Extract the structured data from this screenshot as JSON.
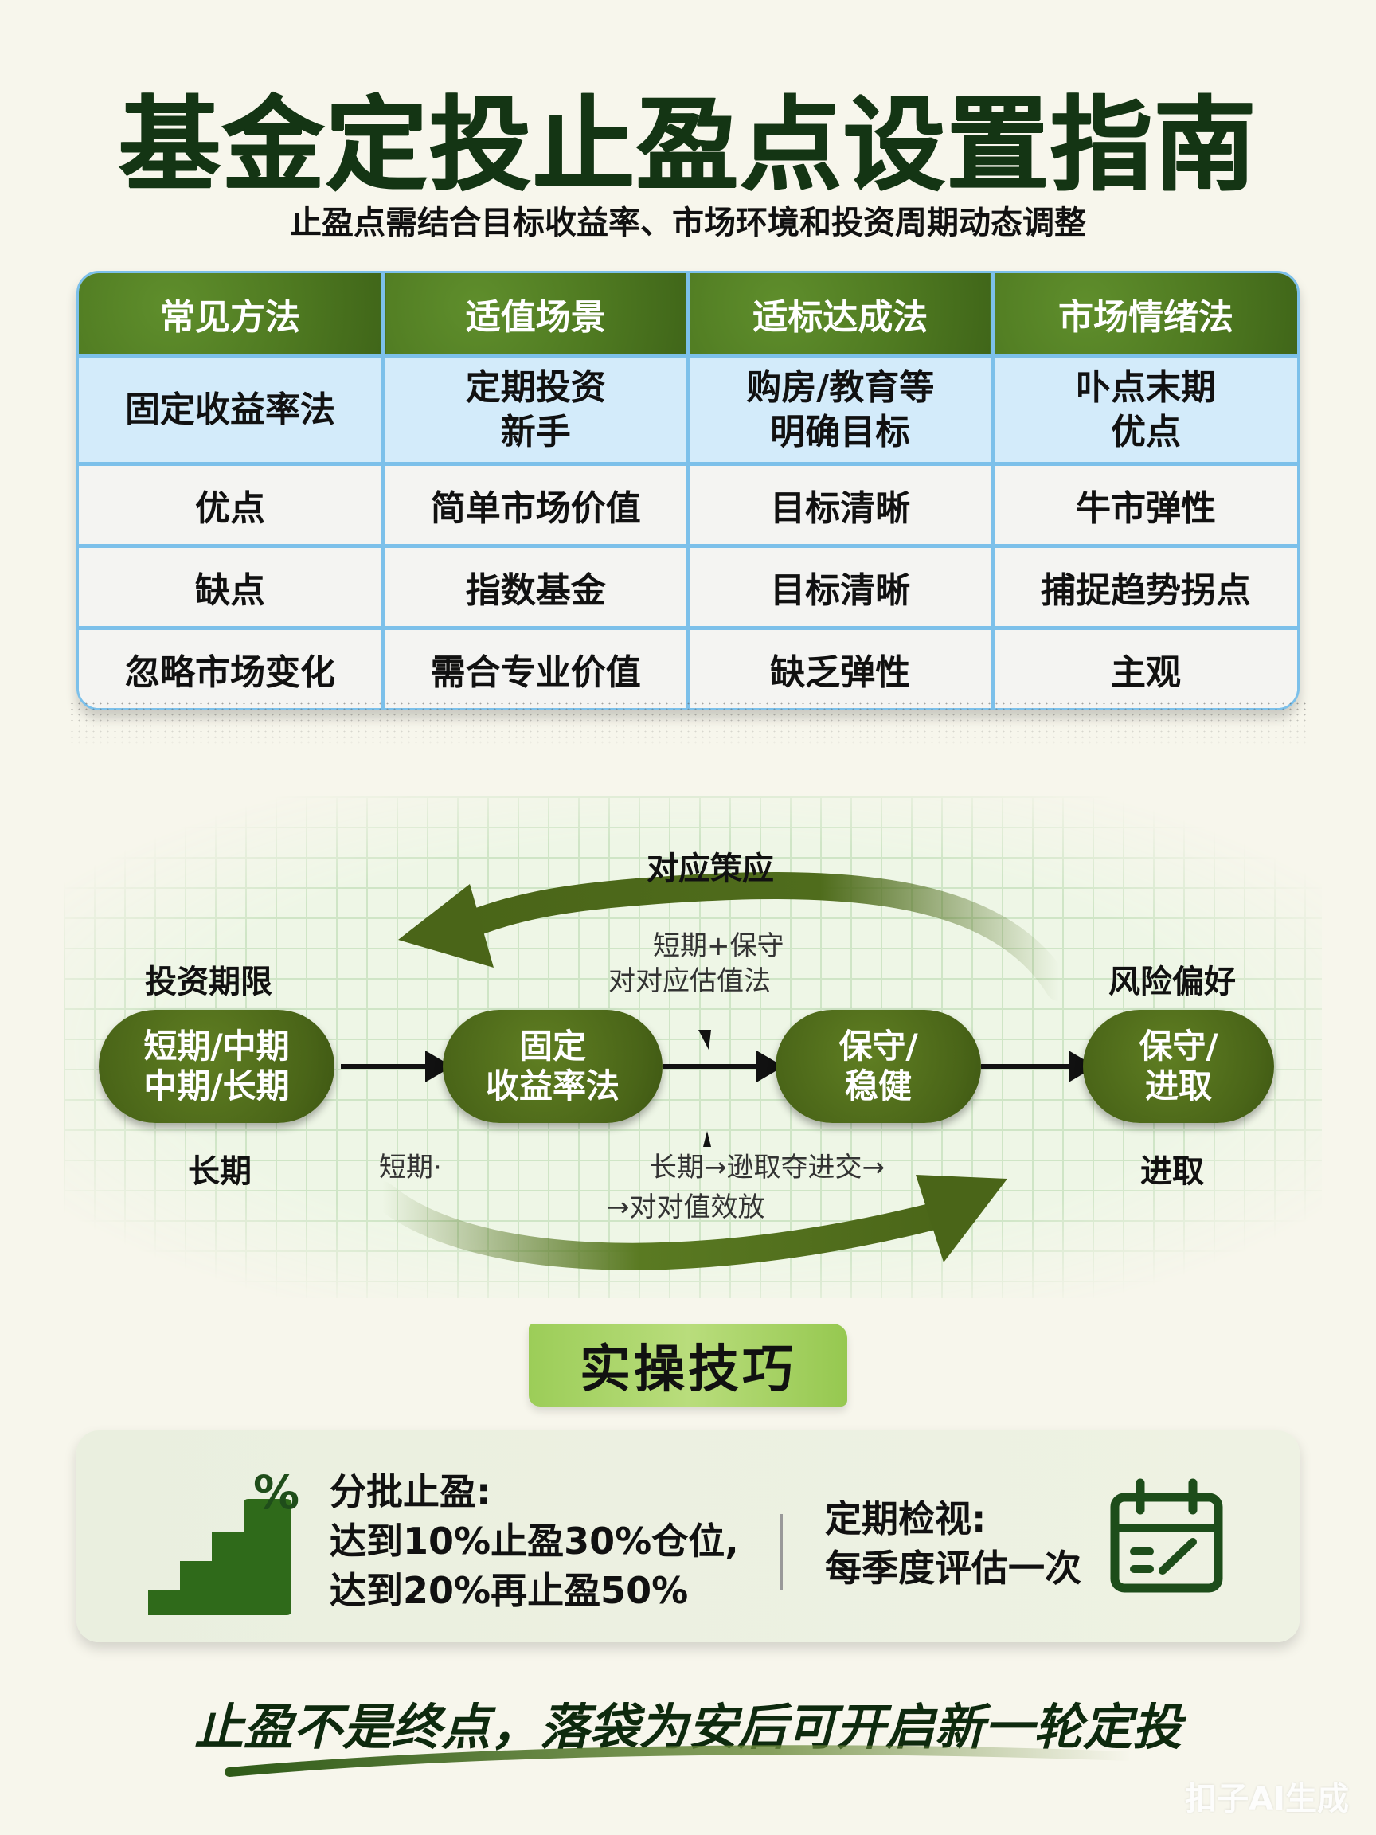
{
  "header": {
    "title": "基金定投止盈点设置指南",
    "subtitle": "止盈点需结合目标收益率、市场环境和投资周期动态调整"
  },
  "table": {
    "columns": [
      "常见方法",
      "适值场景",
      "适标达成法",
      "市场情绪法"
    ],
    "rows": [
      [
        "固定收益率法",
        "定期投资\n新手",
        "购房/教育等\n明确目标",
        "卟点末期\n优点"
      ],
      [
        "优点",
        "简单市场价值",
        "目标清晰",
        "牛市弹性"
      ],
      [
        "缺点",
        "指数基金",
        "目标清晰",
        "捕捉趋势拐点"
      ],
      [
        "忽略市场变化",
        "需合专业价值",
        "缺乏弹性",
        "主观"
      ]
    ],
    "colors": {
      "header_green": "#4f7a21",
      "highlight_blue": "#d3ebfa",
      "grid_blue": "#7cc0ea"
    }
  },
  "diagram": {
    "top_label": "对应策应",
    "left_label": "投资期限",
    "right_label": "风险偏好",
    "middle_note_line1": "短期+保守",
    "middle_note_line2": "对对应估值法",
    "nodes": [
      {
        "line1": "短期/中期",
        "line2": "中期/长期"
      },
      {
        "line1": "固定",
        "line2": "收益率法"
      },
      {
        "line1": "保守/",
        "line2": "稳健"
      },
      {
        "line1": "保守/",
        "line2": "进取"
      }
    ],
    "below_left": "长期",
    "below_short": "短期·",
    "below_middle_line1": "长期→逊取夺进交→",
    "below_middle_line2": "→对对值效放",
    "below_right": "进取",
    "node_color": "#4a6518"
  },
  "tips": {
    "header": "实操技巧",
    "batch": {
      "icon": "stairs-percent-icon",
      "percent_symbol": "%",
      "title": "分批止盈:",
      "line1": "达到10%止盈30%仓位,",
      "line2": "达到20%再止盈50%"
    },
    "review": {
      "icon": "calendar-check-icon",
      "title": "定期检视:",
      "line1": "每季度评估一次"
    }
  },
  "footer": {
    "slogan": "止盈不是终点，落袋为安后可开启新一轮定投",
    "watermark": "扣子AI生成"
  }
}
